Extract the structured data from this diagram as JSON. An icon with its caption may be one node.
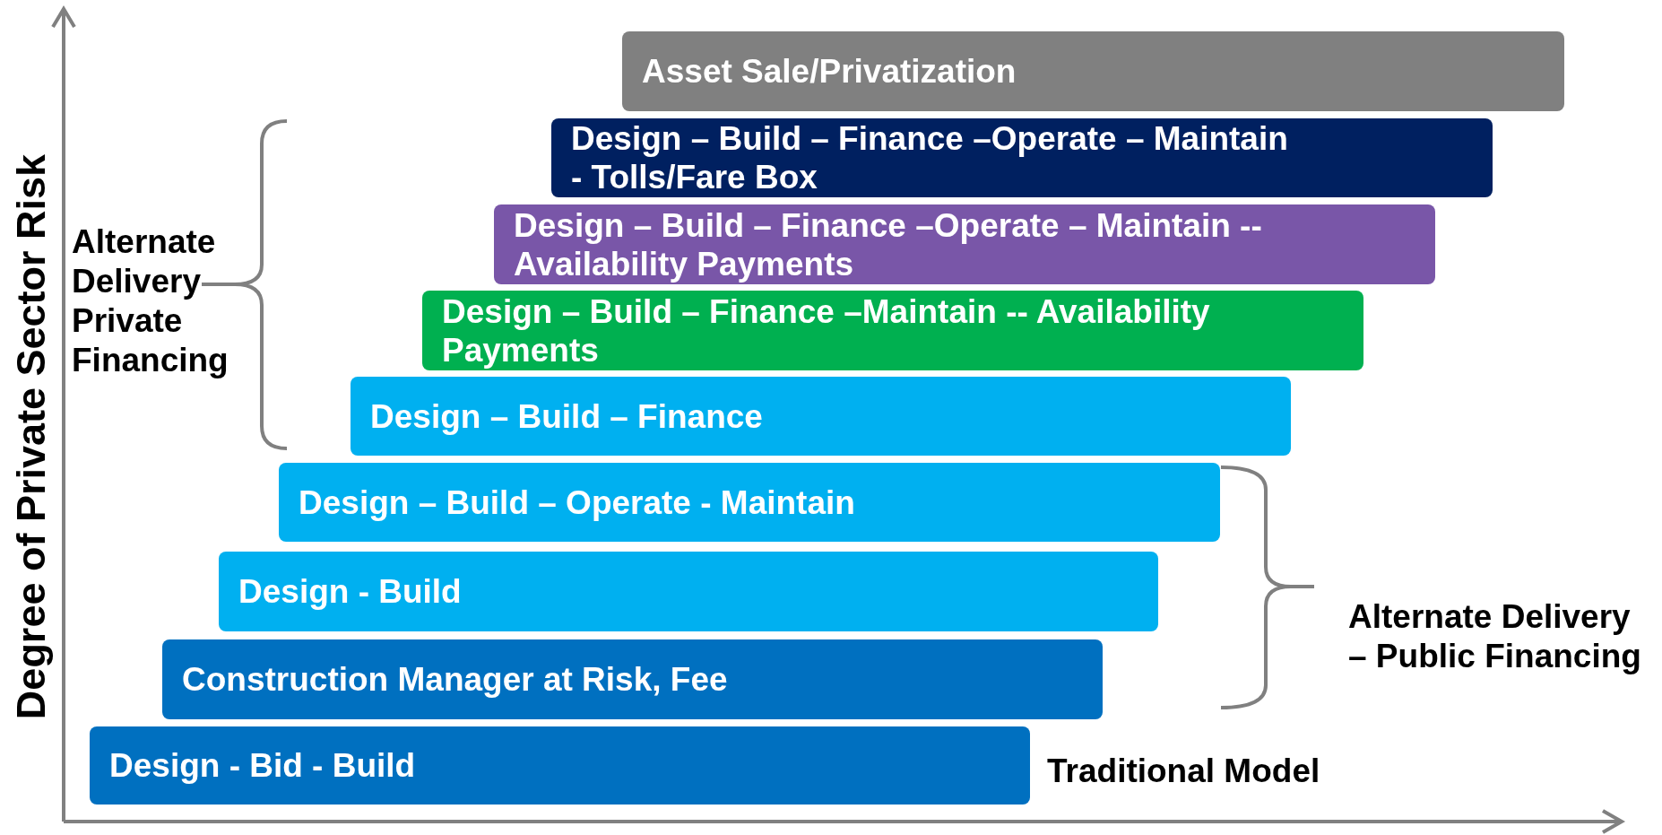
{
  "diagram": {
    "nodes": [
      {
        "text": [
          "Asset Sale/Privatization"
        ]
      },
      {
        "text": [
          "Design – Build – Finance –Operate – Maintain - Tolls/Fare Box"
        ]
      },
      {
        "text": [
          "Design – Build – Finance –Operate – Maintain -- Availability Payments"
        ]
      },
      {
        "text": [
          "Design – Build – Finance –Maintain -- Availability Payments"
        ]
      },
      {
        "text": [
          "Design – Build – Finance"
        ]
      },
      {
        "text": [
          "Design – Build – Operate - Maintain"
        ]
      },
      {
        "text": [
          "Design - Build"
        ]
      },
      {
        "text": [
          "Construction Manager at Risk, Fee"
        ]
      },
      {
        "text": [
          "Design - Bid - Build"
        ]
      }
    ],
    "edges": [],
    "labels": [
      "Degree of Private Sector Risk",
      "Alternate Delivery Private Financing",
      "Alternate Delivery – Public Financing",
      "Traditional Model"
    ]
  }
}
